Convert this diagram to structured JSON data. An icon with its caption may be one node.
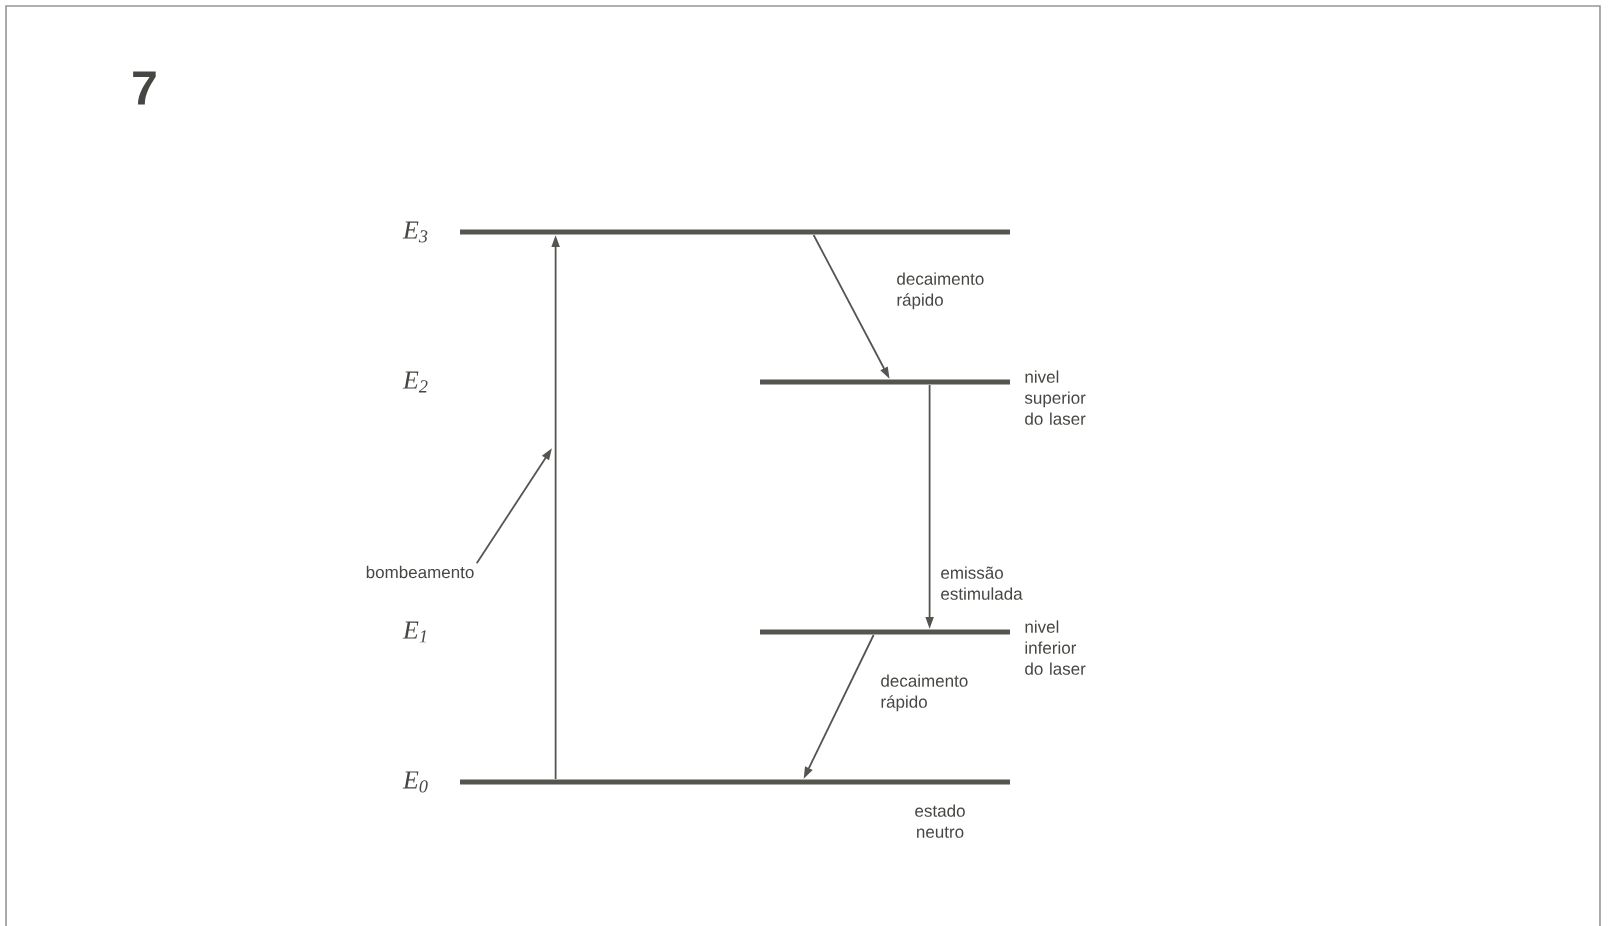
{
  "diagram": {
    "title": "7",
    "nodes": [
      {
        "text": [
          "E$_{3}$"
        ]
      },
      {
        "text": [
          "nivel superior do laser"
        ]
      },
      {
        "text": [
          "nivel inferior do laser"
        ]
      },
      {
        "text": [
          "E$_{0}$"
        ],
        "beside": [
          "estado neutro"
        ]
      },
      {
        "text": [
          "bombeamento"
        ]
      }
    ],
    "edges": [
      {
        "from": 3,
        "to": 0,
        "arrow": "to"
      },
      {
        "from": 4,
        "to": null,
        "arrow": "to"
      },
      {
        "from": 0,
        "to": 1,
        "arrow": "to",
        "label": "decaimento rápido"
      },
      {
        "from": 1,
        "to": 2,
        "arrow": "to",
        "label": "emissão estimulada"
      },
      {
        "from": 2,
        "to": 3,
        "arrow": "to",
        "label": "decaimento rápido"
      }
    ],
    "labels": [
      "E$_{2}$",
      "E$_{1}$"
    ]
  }
}
